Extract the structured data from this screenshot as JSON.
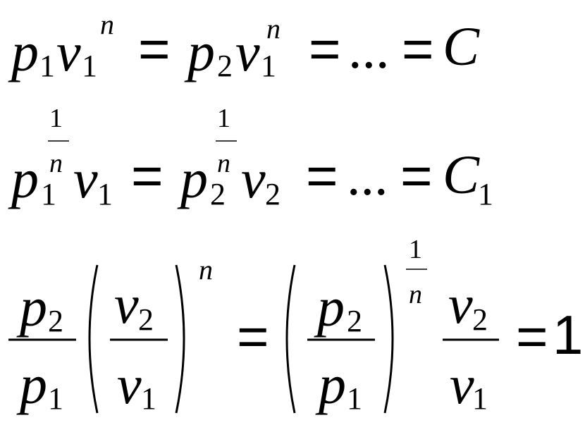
{
  "equations": {
    "line1": {
      "p": "p",
      "v": "v",
      "one": "1",
      "two": "2",
      "n": "n",
      "eq": "=",
      "dots": "...",
      "C": "C"
    },
    "line2": {
      "p": "p",
      "v": "v",
      "one": "1",
      "two": "2",
      "n": "n",
      "exp_num": "1",
      "eq": "=",
      "dots": "...",
      "C": "C"
    },
    "line3": {
      "p": "p",
      "v": "v",
      "one": "1",
      "two": "2",
      "n": "n",
      "exp_num": "1",
      "eq": "=",
      "result": "1"
    }
  }
}
